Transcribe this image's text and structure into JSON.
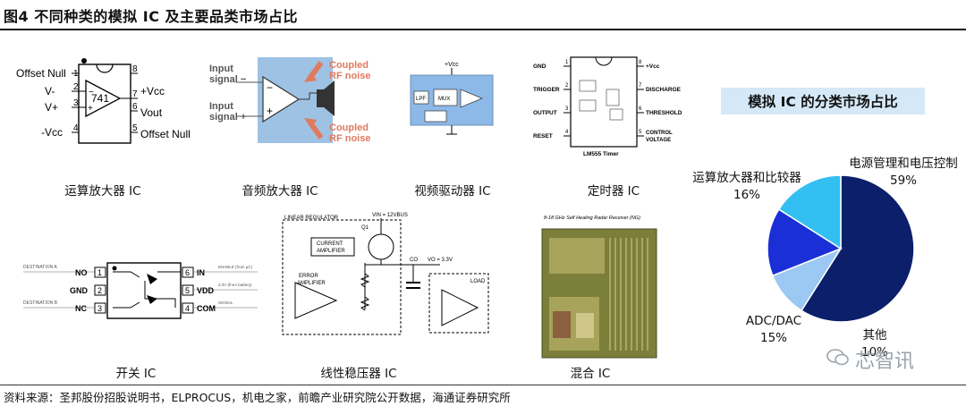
{
  "figure": {
    "title": "图4  不同种类的模拟 IC 及主要品类市场占比",
    "source": "资料来源：圣邦股份招股说明书，ELPROCUS，机电之家，前瞻产业研究院公开数据，海通证券研究所",
    "watermark": "芯智讯"
  },
  "panels": {
    "op_amp": {
      "caption": "运算放大器 IC",
      "pins": [
        "Offset Null",
        "V-",
        "V+",
        "-Vcc",
        "+Vcc",
        "Vout",
        "Offset Null"
      ],
      "chip_label": "741",
      "numbers": [
        "1",
        "2",
        "3",
        "4",
        "8",
        "7",
        "6",
        "5"
      ]
    },
    "audio_amp": {
      "caption": "音频放大器 IC",
      "input_minus": "Input signal –",
      "input_plus": "Input signal +",
      "noise_top": "Coupled RF noise",
      "noise_bottom": "Coupled RF noise"
    },
    "video_driver": {
      "caption": "视频驱动器 IC",
      "supply": "+Vcc"
    },
    "timer": {
      "caption": "定时器 IC",
      "left_pins": [
        "GND",
        "TRIGGER",
        "OUTPUT",
        "RESET"
      ],
      "right_pins": [
        "+Vcc",
        "DISCHARGE",
        "THRESHOLD",
        "CONTROL VOLTAGE"
      ],
      "part": "LM555 Timer"
    },
    "switch": {
      "caption": "开关 IC",
      "pins_left": [
        "NO",
        "GND",
        "NC"
      ],
      "pins_right": [
        "IN",
        "VDD",
        "COM"
      ],
      "dest_a": "DESTINATION A",
      "dest_b": "DESTINATION B",
      "enable": "ENABLE (from µC)",
      "supply": "3.3V (from battery)",
      "signal": "SIGNAL"
    },
    "regulator": {
      "caption": "线性稳压器 IC",
      "title": "LINEAR REGULATOR",
      "current_amp": "CURRENT AMPLIFIER",
      "error_amp": "ERROR AMPLIFIER",
      "vin": "VIN = 12VBUS",
      "vo": "VO = 3.3V",
      "load": "LOAD"
    },
    "mixed": {
      "caption": "混合 IC",
      "chip_title": "8-18 GHz Self Healing Radar Receiver (NG)"
    }
  },
  "pie": {
    "heading": "模拟 IC 的分类市场占比",
    "labels": [
      {
        "name": "电源管理和电压控制",
        "pct": "59%"
      },
      {
        "name": "其他",
        "pct": "10%"
      },
      {
        "name": "ADC/DAC",
        "pct": "15%"
      },
      {
        "name": "运算放大器和比较器",
        "pct": "16%"
      }
    ]
  },
  "chart_data": {
    "type": "pie",
    "title": "模拟 IC 的分类市场占比",
    "categories": [
      "电源管理和电压控制",
      "其他",
      "ADC/DAC",
      "运算放大器和比较器"
    ],
    "values": [
      59,
      10,
      15,
      16
    ],
    "colors": [
      "#0b1f6b",
      "#9cc8f4",
      "#1a2fd6",
      "#33bff2"
    ]
  }
}
